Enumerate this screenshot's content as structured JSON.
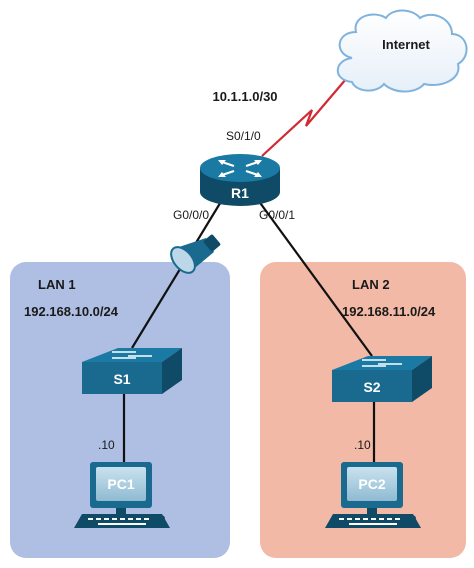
{
  "internet": {
    "label": "Internet"
  },
  "wan": {
    "network": "10.1.1.0/30",
    "interface": "S0/1/0"
  },
  "router": {
    "name": "R1",
    "if_left": "G0/0/0",
    "if_right": "G0/0/1"
  },
  "lan1": {
    "name": "LAN 1",
    "network": "192.168.10.0/24",
    "switch": "S1",
    "pc": "PC1",
    "host": ".10"
  },
  "lan2": {
    "name": "LAN 2",
    "network": "192.168.11.0/24",
    "switch": "S2",
    "pc": "PC2",
    "host": ".10"
  },
  "colors": {
    "lan1_bg": "#aebfe3",
    "lan2_bg": "#f2b9a6",
    "device_blue": "#1a6a8f",
    "device_dark": "#0f4a66",
    "wan_link": "#d02a34",
    "cable": "#111111",
    "cloud_stroke": "#7fb2dd"
  }
}
